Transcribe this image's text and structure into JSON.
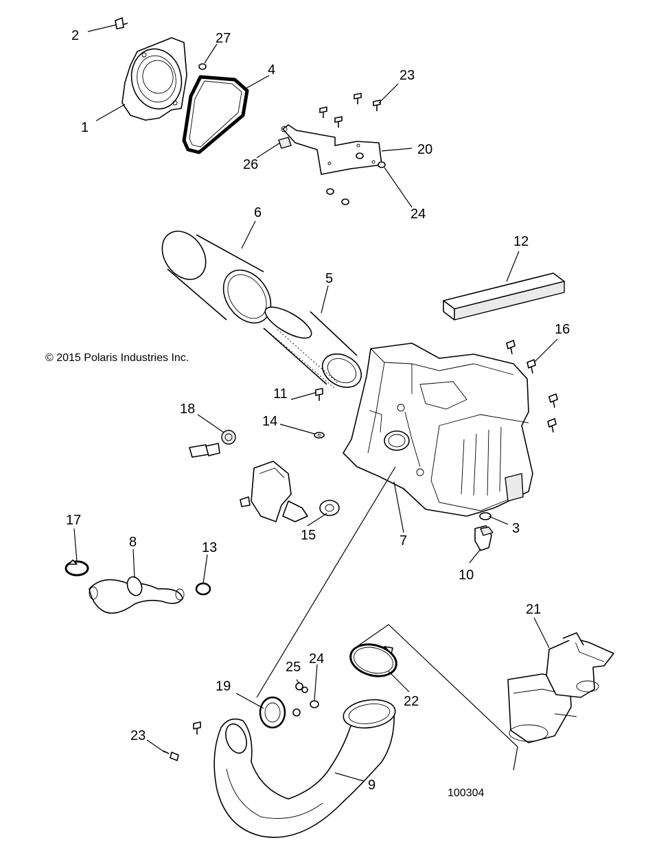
{
  "copyright": "© 2015 Polaris Industries Inc.",
  "drawing_number": "100304",
  "callouts": [
    {
      "id": "1",
      "label": "1"
    },
    {
      "id": "2",
      "label": "2"
    },
    {
      "id": "3",
      "label": "3"
    },
    {
      "id": "4",
      "label": "4"
    },
    {
      "id": "5",
      "label": "5"
    },
    {
      "id": "6",
      "label": "6"
    },
    {
      "id": "7",
      "label": "7"
    },
    {
      "id": "8",
      "label": "8"
    },
    {
      "id": "9",
      "label": "9"
    },
    {
      "id": "10",
      "label": "10"
    },
    {
      "id": "11",
      "label": "11"
    },
    {
      "id": "12",
      "label": "12"
    },
    {
      "id": "13",
      "label": "13"
    },
    {
      "id": "14",
      "label": "14"
    },
    {
      "id": "15",
      "label": "15"
    },
    {
      "id": "16",
      "label": "16"
    },
    {
      "id": "17",
      "label": "17"
    },
    {
      "id": "18",
      "label": "18"
    },
    {
      "id": "19",
      "label": "19"
    },
    {
      "id": "20",
      "label": "20"
    },
    {
      "id": "21",
      "label": "21"
    },
    {
      "id": "22",
      "label": "22"
    },
    {
      "id": "23a",
      "label": "23"
    },
    {
      "id": "23b",
      "label": "23"
    },
    {
      "id": "24a",
      "label": "24"
    },
    {
      "id": "24b",
      "label": "24"
    },
    {
      "id": "25",
      "label": "25"
    },
    {
      "id": "26",
      "label": "26"
    },
    {
      "id": "27",
      "label": "27"
    }
  ]
}
